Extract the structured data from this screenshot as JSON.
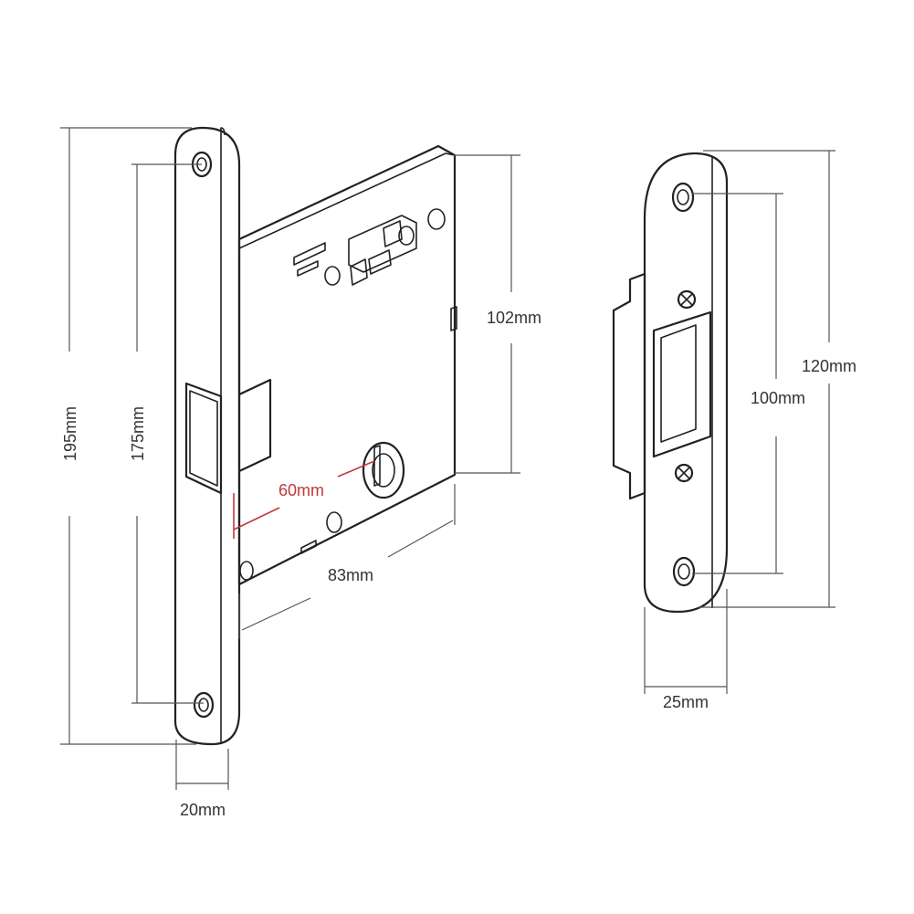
{
  "colors": {
    "outline": "#222222",
    "dimension_line": "#555555",
    "highlight": "#c0393b",
    "background": "#ffffff"
  },
  "dimensions": {
    "faceplate_total_length": "195mm",
    "faceplate_hole_spacing": "175mm",
    "body_height": "102mm",
    "backset": "60mm",
    "body_depth": "83mm",
    "faceplate_width": "20mm",
    "strike_total_length": "120mm",
    "strike_hole_spacing": "100mm",
    "strike_width": "25mm"
  }
}
